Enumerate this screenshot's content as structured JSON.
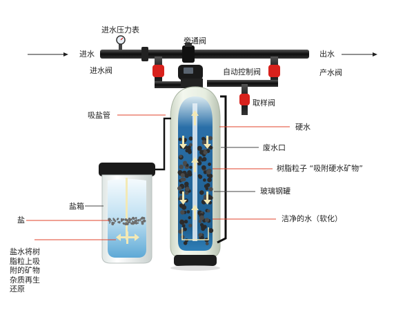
{
  "labels": {
    "inlet_pressure_gauge": "进水压力表",
    "bypass_valve": "旁通阀",
    "water_inlet": "进水",
    "water_outlet": "出水",
    "inlet_valve": "进水阀",
    "auto_control_valve": "自动控制阀",
    "outlet_valve": "产水阀",
    "sampling_valve": "取样阀",
    "brine_suction_pipe": "吸盐管",
    "hard_water": "硬水",
    "drain_outlet": "废水口",
    "resin_beads": "树脂粒子 “吸附硬水矿物”",
    "fiberglass_tank": "玻璃钢罐",
    "brine_tank": "盐箱",
    "salt": "盐",
    "clean_water": "洁净的水（软化）",
    "regeneration_note": [
      "盐水将树",
      "脂粒上吸",
      "附的矿物",
      "杂质再生",
      "还原"
    ]
  },
  "colors": {
    "label_line": "#e0412a",
    "pipe": "#1a1a1a",
    "valve_red": "#d8211c",
    "tank_shell": "#e8efe2",
    "resin_water": "#2f7fb8",
    "flow_arrow": "#f3e9b5",
    "brine_water": "#8cc6e6"
  }
}
